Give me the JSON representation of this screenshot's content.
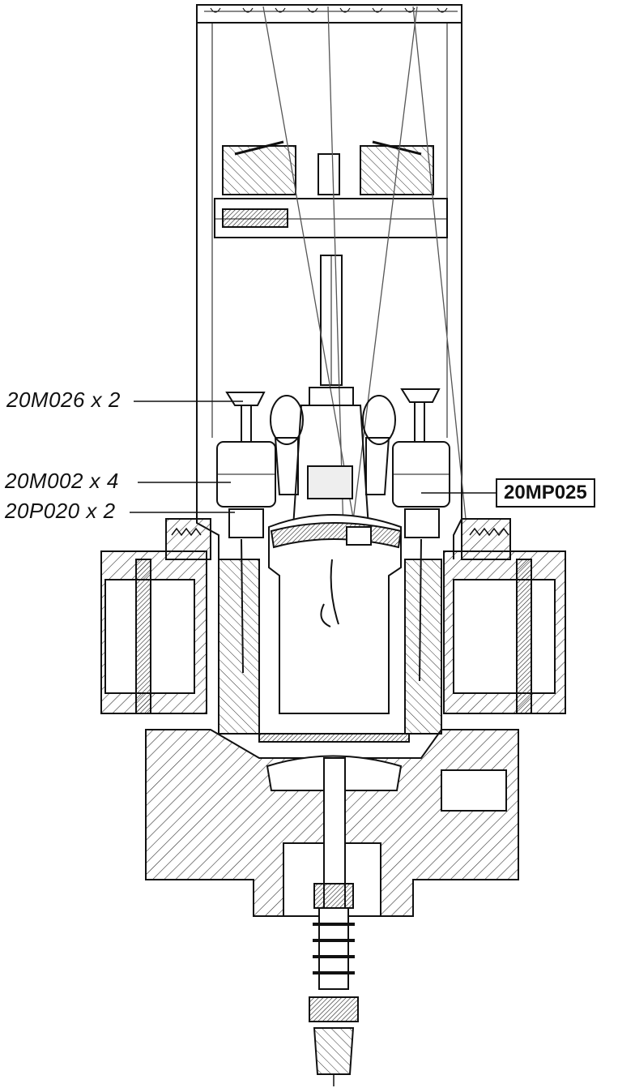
{
  "callouts": {
    "c1": "20M026 x 2",
    "c2": "20M002 x 4",
    "c3": "20P020 x 2",
    "c4": "20MP025"
  },
  "colors": {
    "ink": "#111111",
    "hatch": "#333333",
    "paper": "#ffffff"
  },
  "annotation_count": 4
}
